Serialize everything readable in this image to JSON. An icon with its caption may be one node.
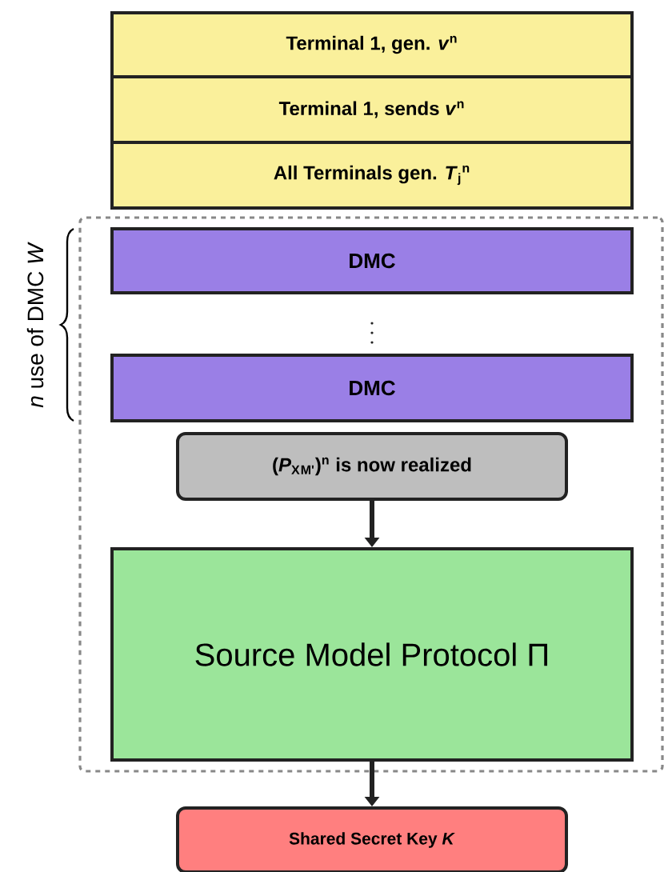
{
  "diagram": {
    "nodes": [
      {
        "text": [
          "Terminal 1, gen. *v*$^{n}$"
        ]
      },
      {
        "text": [
          "Terminal 1, sends *v*$^{n}$"
        ]
      },
      {
        "text": [
          "All Terminals gen. *T*$_{j}$$^{n}$"
        ]
      },
      {
        "text": [],
        "shape": "box"
      },
      {
        "text": [
          "DMC"
        ],
        "in": 3
      },
      {
        "text": [
          "DMC"
        ],
        "in": 3
      },
      {
        "text": [
          "(*P*$_{X}$$_{M'}$)$^{n}$ is now realized"
        ],
        "in": 3
      },
      {
        "text": [
          "Source Model Protocol Π"
        ],
        "in": 3
      },
      {
        "text": [
          "Shared Secret Key *K*"
        ]
      }
    ],
    "edges": [
      {
        "from": 6,
        "to": 7,
        "arrow": "to"
      },
      {
        "from": 7,
        "to": 8,
        "arrow": "to"
      }
    ],
    "labels": [
      "*n* use of DMC *W*"
    ]
  }
}
